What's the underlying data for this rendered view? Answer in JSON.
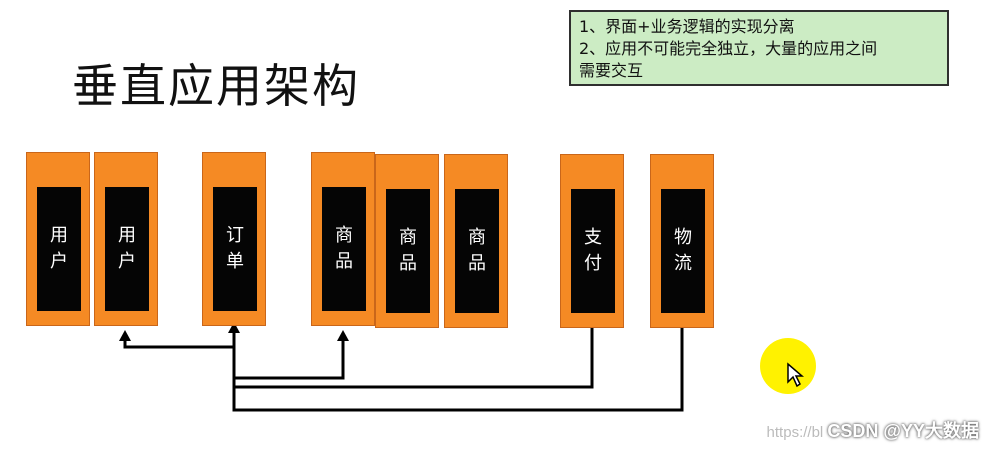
{
  "title": "垂直应用架构",
  "note": {
    "line1": "1、界面+业务逻辑的实现分离",
    "line2": "2、应用不可能完全独立，大量的应用之间",
    "line3": "需要交互"
  },
  "apps": [
    {
      "label": "用户"
    },
    {
      "label": "用户"
    },
    {
      "label": "订单"
    },
    {
      "label": "商品"
    },
    {
      "label": "商品"
    },
    {
      "label": "商品"
    },
    {
      "label": "支付"
    },
    {
      "label": "物流"
    }
  ],
  "watermark": {
    "faded": "https://bl",
    "brand": "CSDN @YY大数据"
  },
  "colors": {
    "app_fill": "#f58a24",
    "inner_fill": "#050505",
    "note_fill": "#ccecc4",
    "cursor_highlight": "#fff200"
  }
}
